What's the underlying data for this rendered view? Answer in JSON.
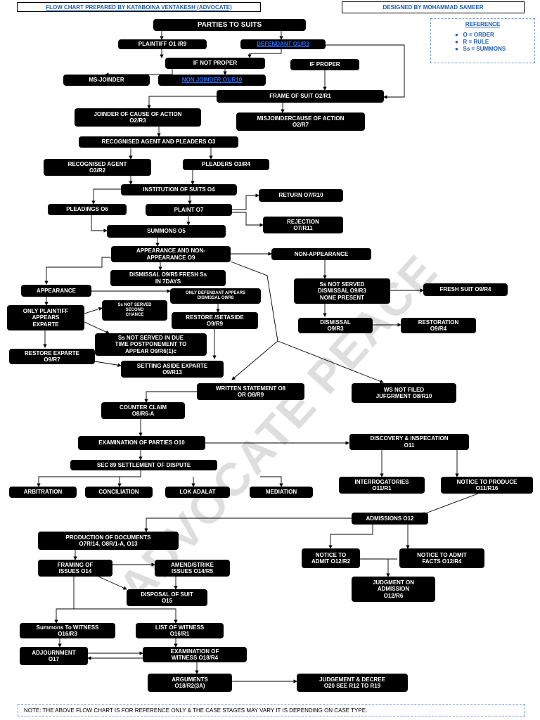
{
  "header": {
    "prepared_by": "FLOW CHART PREPARED BY KATABOINA VENTAKESH (ADVOCATE)",
    "designed_by": "DESIGNED BY MOHAMMAD SAMEER"
  },
  "reference": {
    "title": "REFERENCE",
    "items": [
      "O = ORDER",
      "R = RULE",
      "Ss = SUMMONS"
    ]
  },
  "watermark": "ADVOCATE PEACE",
  "boxes": {
    "parties": "PARTIES TO SUITS",
    "plaintiff": "PLAINTIFF O1 /R9",
    "defendant": "DEFENDANT O1/R3",
    "if_not_proper": "IF NOT PROPER",
    "if_proper": "IF PROPER",
    "misjoinder": "MS-JOINDER",
    "non_joinder": "NON JOINDER O1/R10",
    "frame": "FRAME OF SUIT O2/R1",
    "joinder_cause": "JOINDER OF CAUSE OF ACTION\nO2/R3",
    "misjoinder_cause": "MISJOINDERCAUSE OF ACTION\nO2/R7",
    "agents": "RECOGNISED AGENT AND PLEADERS O3",
    "recognised_agent": "RECOGNISED AGENT\nO3/R2",
    "pleaders": "PLEADERS O3/R4",
    "institution": "INSTITUTION OF SUITS O4",
    "return": "RETURN O7/R10",
    "pleadings": "PLEADINGS O6",
    "plaint": "PLAINT O7",
    "rejection": "REJECTION\nO7/R11",
    "summons": "SUMMONS O5",
    "appearance_non": "APPEARANCE AND NON-\nAPPEARANCE O9",
    "non_appearance": "NON-APPEARANCE",
    "dismissal_fresh": "DISMISSAL O9/R5 FRESH Ss\nIN 7DAYS",
    "appearance": "APPEARANCE",
    "only_defendant": "ONLY DEFENDANT APPEARS\nDISMISSAL O9/R8",
    "ss_not_served": "Ss NOT SERVED\nDISMISSAL O9/R3\nNONE PRESENT",
    "fresh_suit": "FRESH SUIT O9/R4",
    "only_plaintiff": "ONLY PLAINTIFF\nAPPEARS\nEXPARTE",
    "ss_second": "Ss NOT SERVED\nSECOND\nCHANCE",
    "restore_setaside": "RESTORE /SETASIDE\nO9/R9",
    "dismissal_r3": "DISMISSAL\nO9/R3",
    "restoration": "RESTORATION\nO9/R4",
    "ss_due_time": "Ss NOT SERVED IN DUE\nTIME POSTPONEMENT TO\nAPPEAR O9/R6(1)c",
    "restore_exparte": "RESTORE EXPARTE\nO9/R7",
    "setting_aside": "SETTING ASIDE EXPARTE\nO9/R13",
    "written_statement": "WRITTEN STATEMENT O8\nOR O8/R9",
    "ws_not_filed": "WS NOT FILED\nJUFGRMENT O8/R10",
    "counter_claim": "COUNTER CLAIM\nO8/R6-A",
    "examination_parties": "EXAMINATION OF PARTIES O10",
    "discovery": "DISCOVERY & INSPECATION\nO11",
    "sec89": "SEC 89 SETTLEMENT OF DISPUTE",
    "arbitration": "ARBITRATION",
    "conciliation": "CONCILIATION",
    "lok_adalat": "LOK ADALAT",
    "mediation": "MEDIATION",
    "interrogatories": "INTERROGATORIES\nO11/R1",
    "notice_produce": "NOTICE TO PRODUCE\nO11/R16",
    "admissions": "ADMISSIONS  O12",
    "production": "PRODUCTION OF DOCUMENTS\nO7R/14, O8R/1-A, O13",
    "framing_issues": "FRAMING OF\nISSUES O14",
    "amend_strike": "AMEND/STRIKE\nISSUES O14/R5",
    "notice_admit": "NOTICE TO\nADMIT O12/R2",
    "notice_admit_facts": "NOTICE TO ADMIT\nFACTS O12/R4",
    "disposal": "DISPOSAL OF SUIT\nO15",
    "judgment_admission": "JUDGMENT ON\nADMISSION\nO12/R6",
    "summons_witness": "Summons To WITNESS\nO16/R3",
    "list_witness": "LIST OF WITNESS\nO16/R1",
    "adjournment": "ADJOURNMENT\nO17",
    "examination_witness": "EXAMINATION OF\nWITNESS O18/R4",
    "arguments": "ARGUMENTS\nO18/R2(3A)",
    "judgement_decree": "JUDGEMENT & DECREE\nO20  SEE   R12 TO R19"
  },
  "note": "NOTE: THE ABOVE FLOW CHART IS FOR REFERENCE ONLY & THE CASE STAGES MAY VARY IT IS DEPENDING ON CASE TYPE."
}
